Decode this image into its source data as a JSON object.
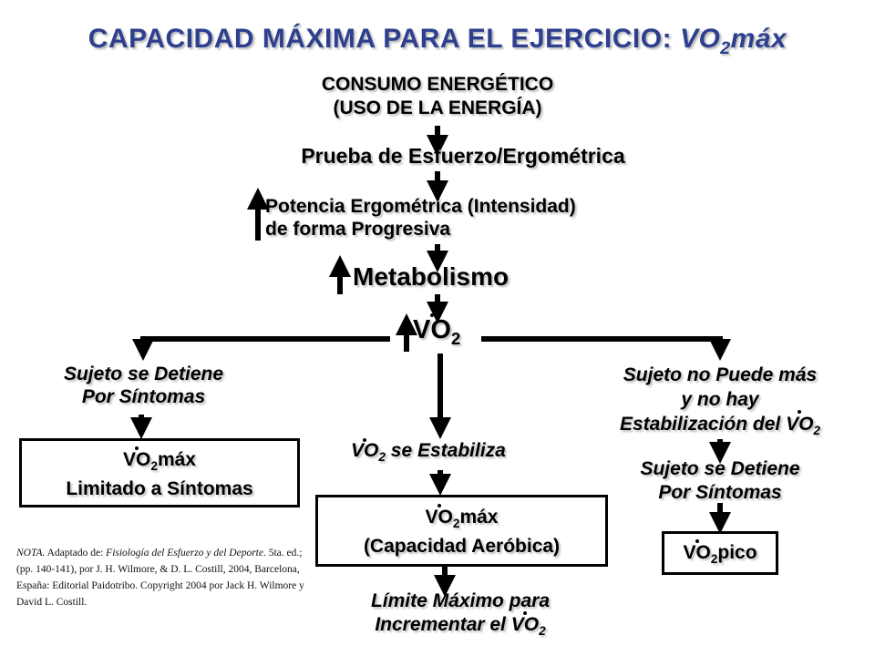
{
  "title": {
    "main": "CAPACIDAD MÁXIMA PARA EL EJERCICIO: ",
    "vo": "VO",
    "sub": "2",
    "max": "máx"
  },
  "consumo": {
    "line1": "CONSUMO ENERGÉTICO",
    "line2": "(USO DE LA ENERGÍA)"
  },
  "prueba": "Prueba de Esfuerzo/Ergométrica",
  "potencia": {
    "line1": "Potencia Ergométrica (Intensidad)",
    "line2": "de forma Progresiva"
  },
  "metabolismo": "Metabolismo",
  "vo2_center": {
    "vo": "VO",
    "sub": "2"
  },
  "left": {
    "detiene_line1": "Sujeto se Detiene",
    "detiene_line2": "Por Síntomas",
    "box_vo": "VO",
    "box_sub": "2",
    "box_max": "máx",
    "box_line2": "Limitado a Síntomas"
  },
  "center": {
    "estabiliza_vo": "VO",
    "estabiliza_sub": "2",
    "estabiliza_rest": " se Estabiliza",
    "box_vo": "VO",
    "box_sub": "2",
    "box_max": "máx",
    "box_line2": "(Capacidad Aeróbica)",
    "limite_line1": "Límite Máximo para",
    "limite_line2": "Incrementar el ",
    "limite_vo": "VO",
    "limite_sub": "2"
  },
  "right": {
    "nopuede_line1": "Sujeto no Puede más",
    "nopuede_line2": "y no hay",
    "nopuede_line3": "Estabilización del ",
    "nopuede_vo": "VO",
    "nopuede_sub": "2",
    "detiene_line1": "Sujeto se Detiene",
    "detiene_line2": "Por Síntomas",
    "box_vo": "VO",
    "box_sub": "2",
    "box_pico": "pico"
  },
  "note": {
    "label": "NOTA.",
    "t1": " Adaptado de: ",
    "book": "Fisiología del Esfuerzo y del Deporte",
    "t2": ". 5ta. ed.; (pp. 140-141), por J. H. Wilmore, & D. L. Costill, 2004, Barcelona, España: Editorial Paidotribo. Copyright 2004 por Jack H. Wilmore y David L. Costill."
  }
}
